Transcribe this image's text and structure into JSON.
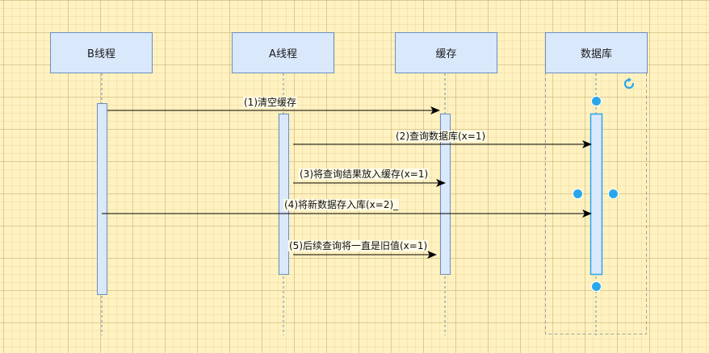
{
  "participants": {
    "b_thread": "B线程",
    "a_thread": "A线程",
    "cache": "缓存",
    "database": "数据库"
  },
  "messages": [
    {
      "label": "(1)清空缓存",
      "from": "B线程",
      "to": "缓存"
    },
    {
      "label": "(2)查询数据库(x=1)",
      "from": "A线程",
      "to": "数据库"
    },
    {
      "label": "(3)将查询结果放入缓存(x=1)",
      "from": "A线程",
      "to": "缓存"
    },
    {
      "label": "(4)将新数据存入库(x=2)_",
      "from": "B线程",
      "to": "数据库"
    },
    {
      "label": "(5)后续查询将一直是旧值(x=1)",
      "from": "A线程",
      "to": "缓存"
    }
  ],
  "colors": {
    "box_fill": "#dae8fc",
    "box_stroke": "#6c8ebf",
    "arrow": "#000000",
    "selection_handle": "#29a7ed",
    "grid_background": "#fff2c0"
  },
  "icons": {
    "selection_handle": "handle-dot-icon",
    "rotate": "refresh-icon"
  }
}
